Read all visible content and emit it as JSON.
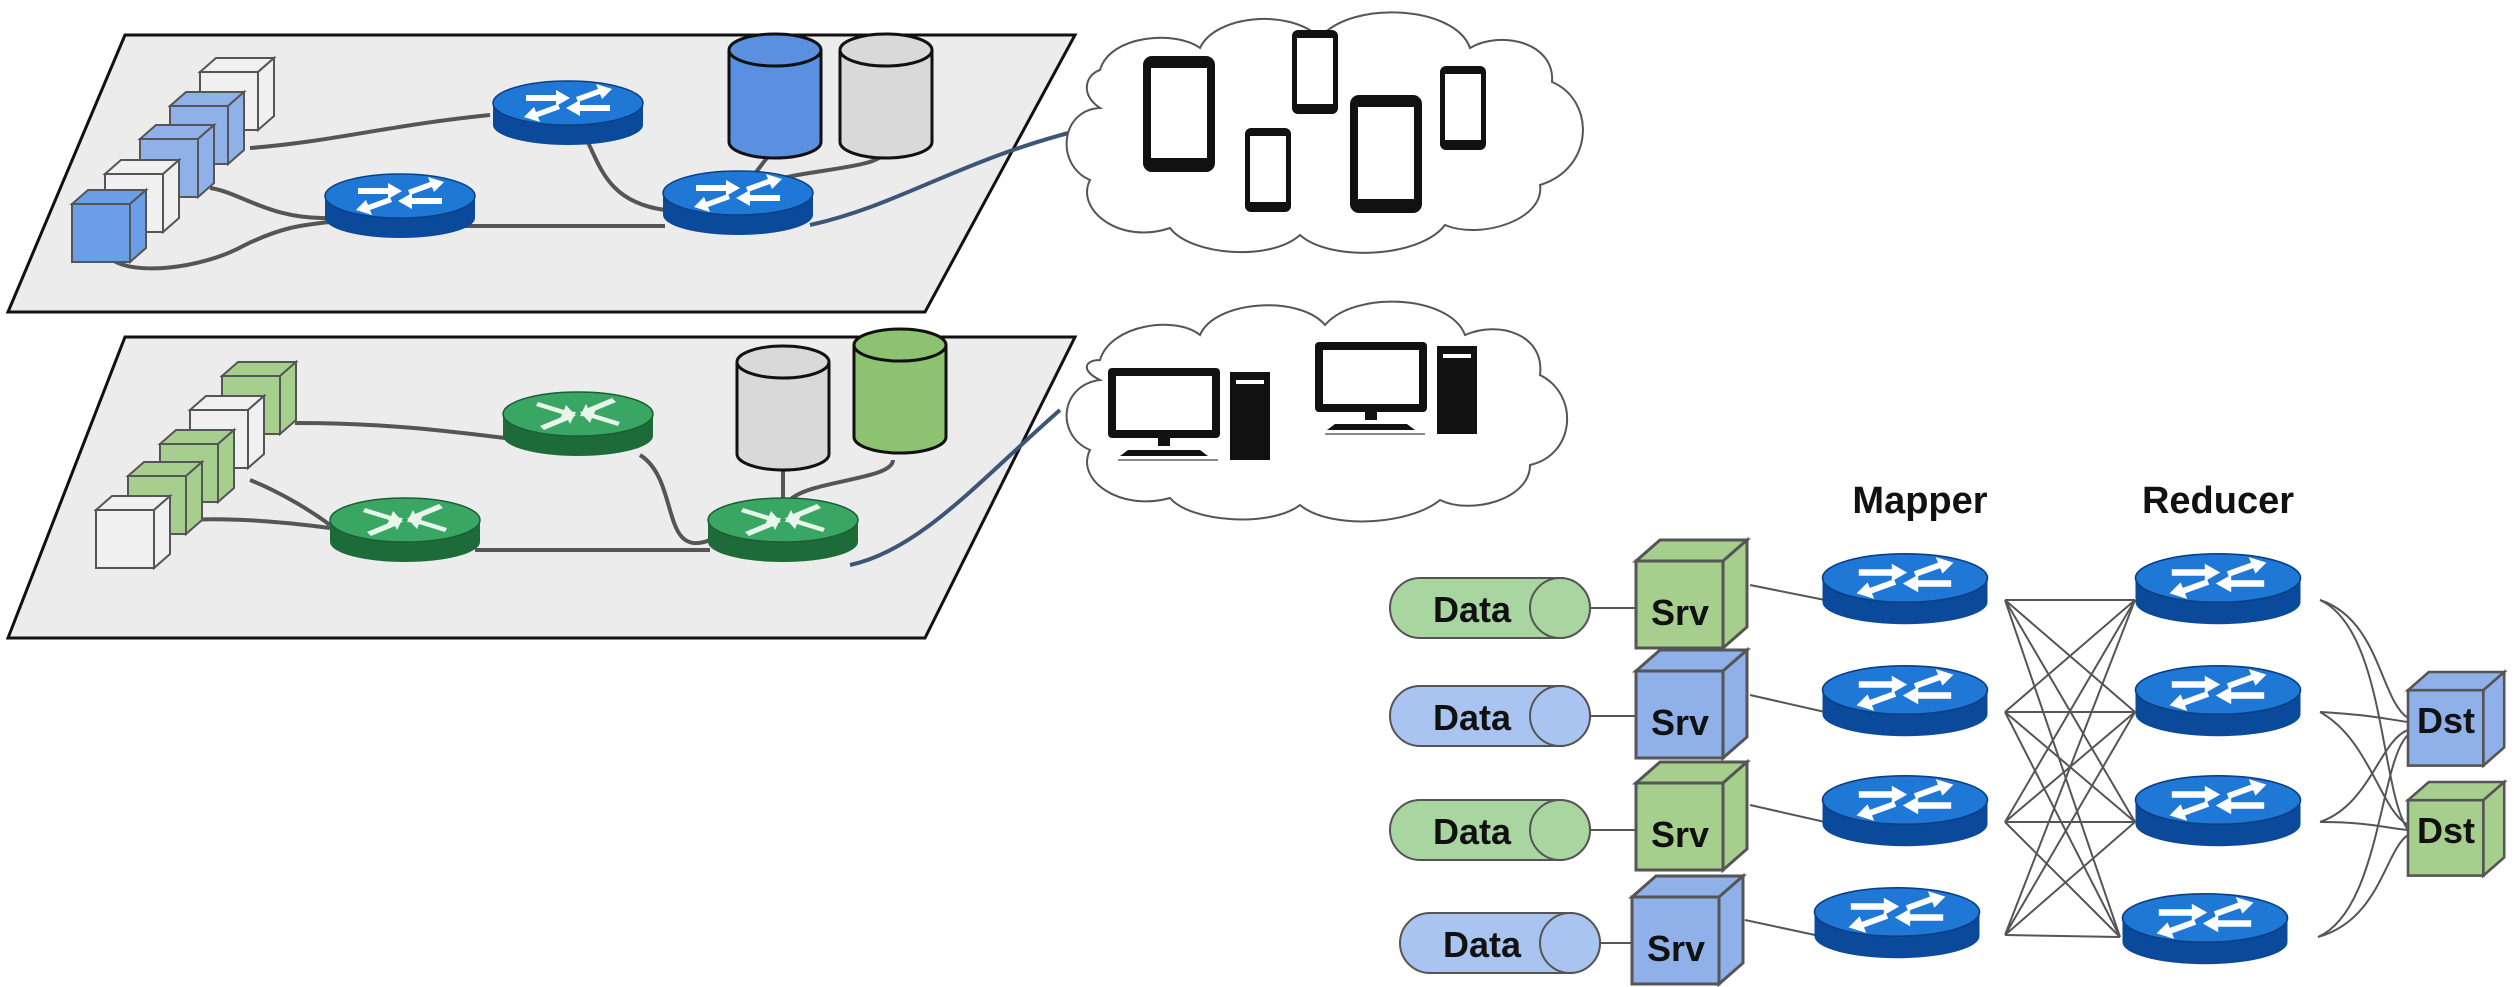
{
  "colors": {
    "plane_fill": "#ececec",
    "plane_stroke": "#111111",
    "blue_router": "#1565c0",
    "green_router": "#2e8b4e",
    "blue_box": "#8fb0e8",
    "green_box": "#a6cf8e",
    "white_box": "#f0f0f0",
    "blue_db": "#5b8fe0",
    "green_db": "#8cc270",
    "gray_db": "#d9d9d9",
    "cable": "#555555",
    "pill_green": "#a8d5a0",
    "pill_blue": "#a9c4f0"
  },
  "icons": [
    "router-icon",
    "database-icon",
    "server-cube-icon",
    "cloud-icon",
    "smartphone-icon",
    "desktop-computer-icon",
    "tower-pc-icon"
  ],
  "mapreduce": {
    "mapper_label": "Mapper",
    "reducer_label": "Reducer",
    "rows": [
      {
        "data_label": "Data",
        "server_label": "Srv",
        "color": "green"
      },
      {
        "data_label": "Data",
        "server_label": "Srv",
        "color": "blue"
      },
      {
        "data_label": "Data",
        "server_label": "Srv",
        "color": "green"
      },
      {
        "data_label": "Data",
        "server_label": "Srv",
        "color": "blue"
      }
    ],
    "destinations": [
      {
        "label": "Dst",
        "color": "blue"
      },
      {
        "label": "Dst",
        "color": "green"
      }
    ]
  }
}
